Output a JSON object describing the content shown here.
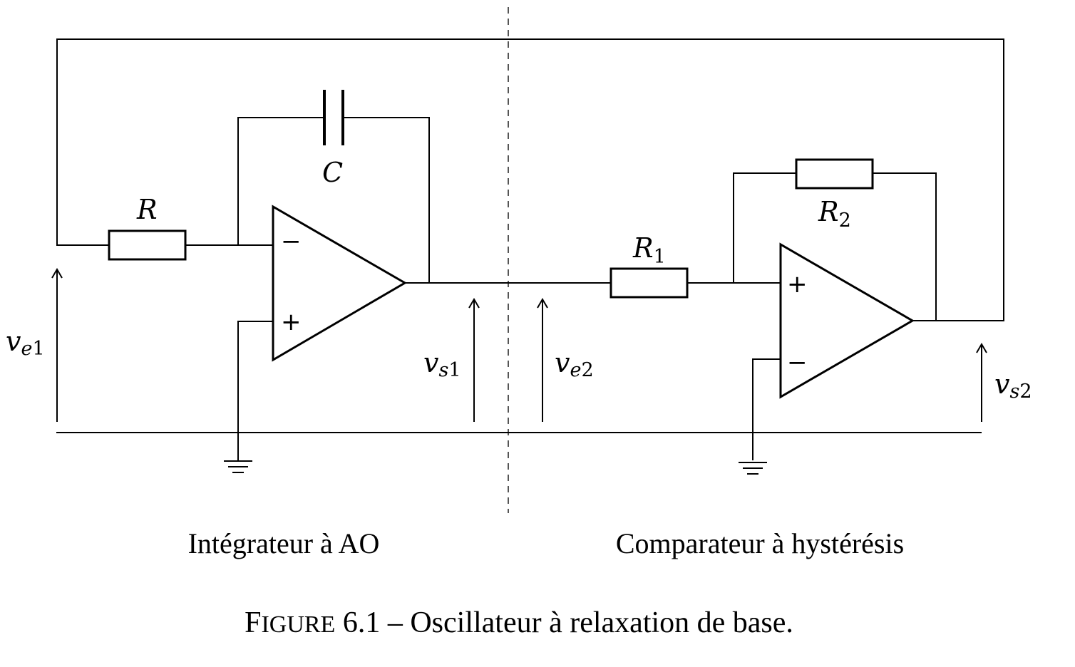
{
  "components": {
    "R": "R",
    "C": "C",
    "R1_base": "R",
    "R1_sub": "1",
    "R2_base": "R",
    "R2_sub": "2"
  },
  "opamp_signs": {
    "minus": "−",
    "plus": "+"
  },
  "voltages": {
    "ve1": {
      "base": "v",
      "sub1": "e",
      "sub2": "1"
    },
    "vs1": {
      "base": "v",
      "sub1": "s",
      "sub2": "1"
    },
    "ve2": {
      "base": "v",
      "sub1": "e",
      "sub2": "2"
    },
    "vs2": {
      "base": "v",
      "sub1": "s",
      "sub2": "2"
    }
  },
  "sections": {
    "left": "Intégrateur à AO",
    "right": "Comparateur à hystérésis"
  },
  "caption": {
    "first_letter": "F",
    "small_caps": "IGURE",
    "rest": " 6.1 – Oscillateur à relaxation de base."
  }
}
